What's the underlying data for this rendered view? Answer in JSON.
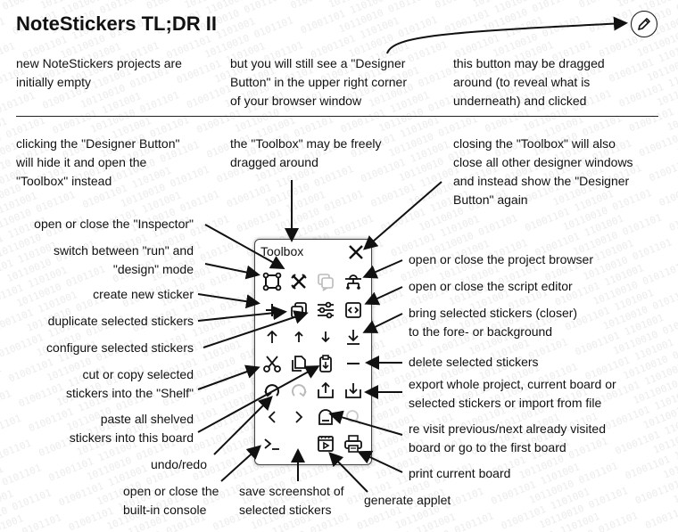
{
  "page": {
    "title": "NoteStickers TL;DR II"
  },
  "intro": {
    "empty": "new NoteStickers projects are\ninitially empty",
    "designer_button": "but you will still see a \"Designer\nButton\" in the upper right corner\nof your browser window",
    "draggable": "this button may be dragged\naround (to reveal what is\nunderneath) and clicked"
  },
  "notes": {
    "click_designer": "clicking the \"Designer Button\"\nwill hide it and open the\n\"Toolbox\" instead",
    "dragged": "the \"Toolbox\" may be freely\ndragged around",
    "closing": "closing the \"Toolbox\" will also\nclose all other designer windows\nand instead show the \"Designer\nButton\" again"
  },
  "left_labels": {
    "inspector": "open or close the \"Inspector\"",
    "run_design": "switch between \"run\" and\n\"design\" mode",
    "new_sticker": "create new sticker",
    "duplicate": "duplicate selected stickers",
    "configure": "configure selected stickers",
    "cut_copy": "cut or copy selected\nstickers into the \"Shelf\"",
    "paste": "paste all shelved\nstickers into this board",
    "undo_redo": "undo/redo"
  },
  "right_labels": {
    "project_browser": "open or close the project browser",
    "script_editor": "open or close the script editor",
    "bring": "bring selected stickers (closer)\nto the fore- or background",
    "delete": "delete selected stickers",
    "export": "export whole project, current board or\nselected stickers or import from file",
    "revisit": "re visit previous/next already visited\nboard or go to the first board",
    "print": "print current board"
  },
  "bottom_labels": {
    "console": "open or close the\nbuilt-in console",
    "screenshot": "save screenshot of\nselected stickers",
    "applet": "generate applet"
  },
  "toolbox": {
    "title": "Toolbox",
    "buttons": [
      [
        "selection-frame-icon",
        "run-design-toggle-icon",
        "inspector-icon",
        "project-browser-icon"
      ],
      [
        "plus-icon",
        "duplicate-icon",
        "sliders-icon",
        "script-editor-icon"
      ],
      [
        "arrow-up-icon",
        "arrow-up-small-icon",
        "arrow-down-small-icon",
        "arrow-down-to-bottom-icon"
      ],
      [
        "scissors-icon",
        "copy-icon",
        "paste-icon",
        "minus-icon"
      ],
      [
        "undo-icon",
        "redo-icon",
        "export-icon",
        "import-icon"
      ],
      [
        "previous-icon",
        "next-icon",
        "home-icon",
        "search-icon"
      ],
      [
        "console-icon",
        "screenshot-icon",
        "applet-icon",
        "print-icon"
      ]
    ]
  },
  "colors": {
    "text": "#111111",
    "background_digits": "#e6e6e6"
  }
}
